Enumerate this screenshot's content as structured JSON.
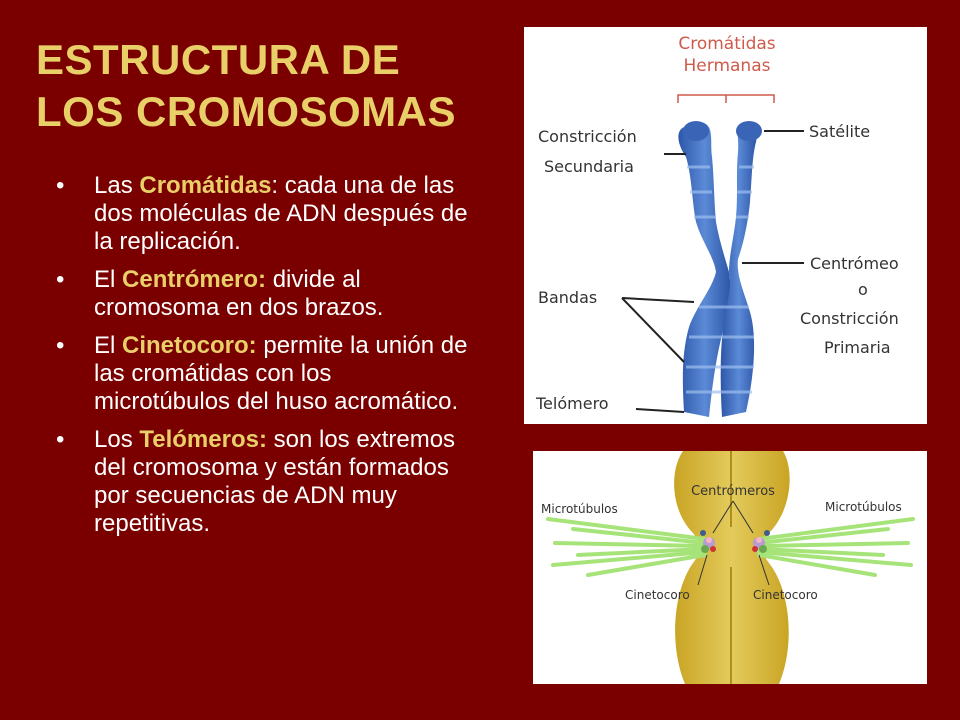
{
  "title": {
    "line1": "ESTRUCTURA DE",
    "line2": "LOS CROMOSOMAS"
  },
  "bullets": [
    {
      "prefix": "Las ",
      "term": "Cromátidas",
      "rest": ": cada una de las dos moléculas de ADN después de la replicación."
    },
    {
      "prefix": "El ",
      "term": "Centrómero:",
      "rest": " divide al cromosoma en dos brazos."
    },
    {
      "prefix": "El ",
      "term": "Cinetocoro:",
      "rest": " permite la unión de las cromátidas con los microtúbulos del huso acromático."
    },
    {
      "prefix": "Los ",
      "term": "Telómeros:",
      "rest": " son los extremos del cromosoma y están formados por secuencias de ADN muy repetitivas."
    }
  ],
  "figure1": {
    "heading1": "Cromátidas",
    "heading2": "Hermanas",
    "constriccion1": "Constricción",
    "secundaria": "Secundaria",
    "satelite": "Satélite",
    "centromero": "Centrómeo",
    "o": "o",
    "constriccion2": "Constricción",
    "primaria": "Primaria",
    "bandas": "Bandas",
    "telomero": "Telómero"
  },
  "figure2": {
    "centromeros": "Centrómeros",
    "micro_left": "Microtúbulos",
    "micro_right": "Microtúbulos",
    "cineto_left": "Cinetocoro",
    "cineto_right": "Cinetocoro"
  },
  "colors": {
    "background": "#7a0000",
    "highlight": "#e9cf67",
    "chromosome_blue": "#3f6fc4",
    "chromosome_gold": "#d9bb38",
    "microtubule_green": "#a6e47a"
  }
}
